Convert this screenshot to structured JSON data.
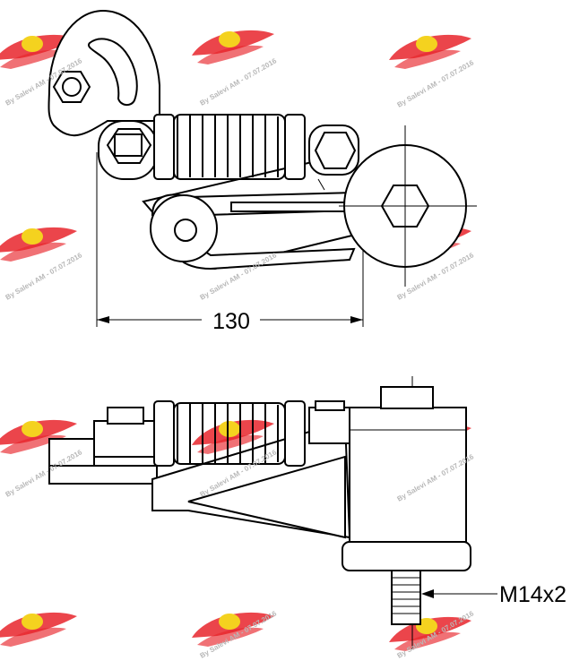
{
  "dimensions": {
    "overall_width": "130",
    "thread": "M14x2"
  },
  "watermark": {
    "text": "By Salevi AM - 07.07.2016",
    "logo_colors": {
      "wing": "#e8252b",
      "badge": "#f4d21f"
    }
  },
  "colors": {
    "line": "#000000",
    "background": "#ffffff",
    "coil": "#6e6e6e"
  }
}
